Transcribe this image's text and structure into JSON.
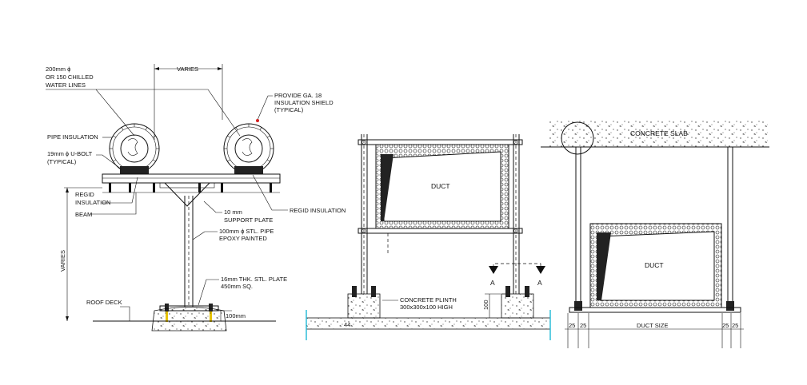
{
  "pipe_support": {
    "chilled_water_line_1": "200mm ϕ",
    "chilled_water_line_2": "OR 150 CHILLED",
    "chilled_water_line_3": "WATER LINES",
    "varies_top": "VARIES",
    "insulation_shield_1": "PROVIDE GA. 18",
    "insulation_shield_2": "INSULATION SHIELD",
    "insulation_shield_3": "(TYPICAL)",
    "pipe_insulation": "PIPE INSULATION",
    "u_bolt_1": "19mm ϕ U-BOLT",
    "u_bolt_2": "(TYPICAL)",
    "regid_insulation_left_1": "REGID",
    "regid_insulation_left_2": "INSULATION",
    "regid_insulation_right": "REGID INSULATION",
    "beam": "BEAM",
    "support_plate_1": "10 mm",
    "support_plate_2": "SUPPORT PLATE",
    "stl_pipe_1": "100mm ϕ STL. PIPE",
    "stl_pipe_2": "EPOXY PAINTED",
    "varies_side": "VARIES",
    "stl_plate_1": "16mm THK. STL. PLATE",
    "stl_plate_2": "450mm SQ.",
    "roof_deck": "ROOF DECK",
    "dim_100mm": "100mm"
  },
  "duct_stand": {
    "duct_label": "DUCT",
    "plinth_1": "CONCRETE PLINTH",
    "plinth_2": "300x300x100 HIGH",
    "dim_100": "100",
    "section_a_left": "A",
    "section_a_right": "A",
    "slab_mark": "44"
  },
  "duct_hanger": {
    "concrete_slab": "CONCRETE SLAB",
    "duct_label": "DUCT",
    "dim_25_1": "25",
    "dim_25_2": "25",
    "duct_size": "DUCT SIZE",
    "dim_25_3": "25",
    "dim_25_4": "25"
  },
  "colors": {
    "line": "#111111",
    "marker_red": "#d42020",
    "bolt_yellow": "#e6c200",
    "dim_cyan": "#1fb8d6"
  }
}
